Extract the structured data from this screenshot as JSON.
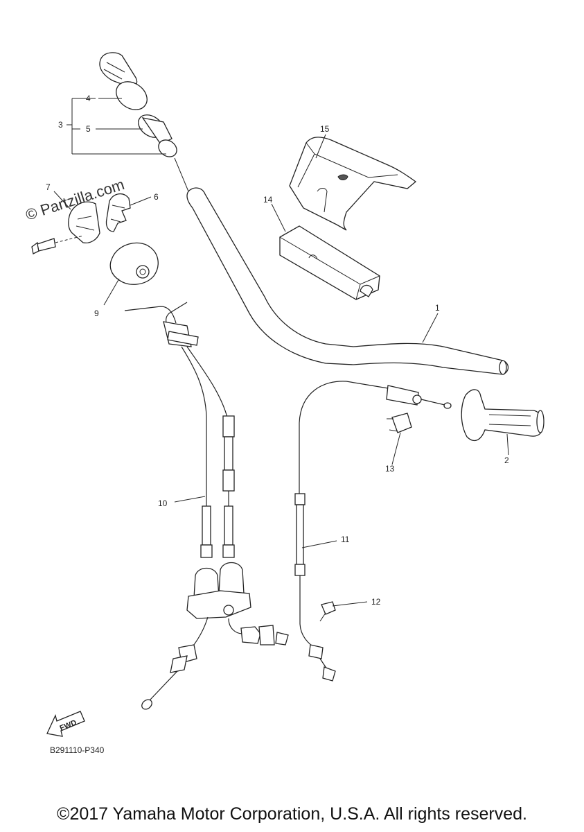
{
  "callouts": {
    "c1": "1",
    "c2": "2",
    "c3": "3",
    "c4": "4",
    "c5": "5",
    "c6": "6",
    "c7": "7",
    "c9": "9",
    "c10": "10",
    "c11": "11",
    "c12": "12",
    "c13": "13",
    "c14": "14",
    "c15": "15"
  },
  "watermark": "© Partzilla.com",
  "fwd_label": "FWD",
  "diagram_code": "B291110-P340",
  "copyright": "©2017 Yamaha Motor Corporation, U.S.A. All rights reserved."
}
